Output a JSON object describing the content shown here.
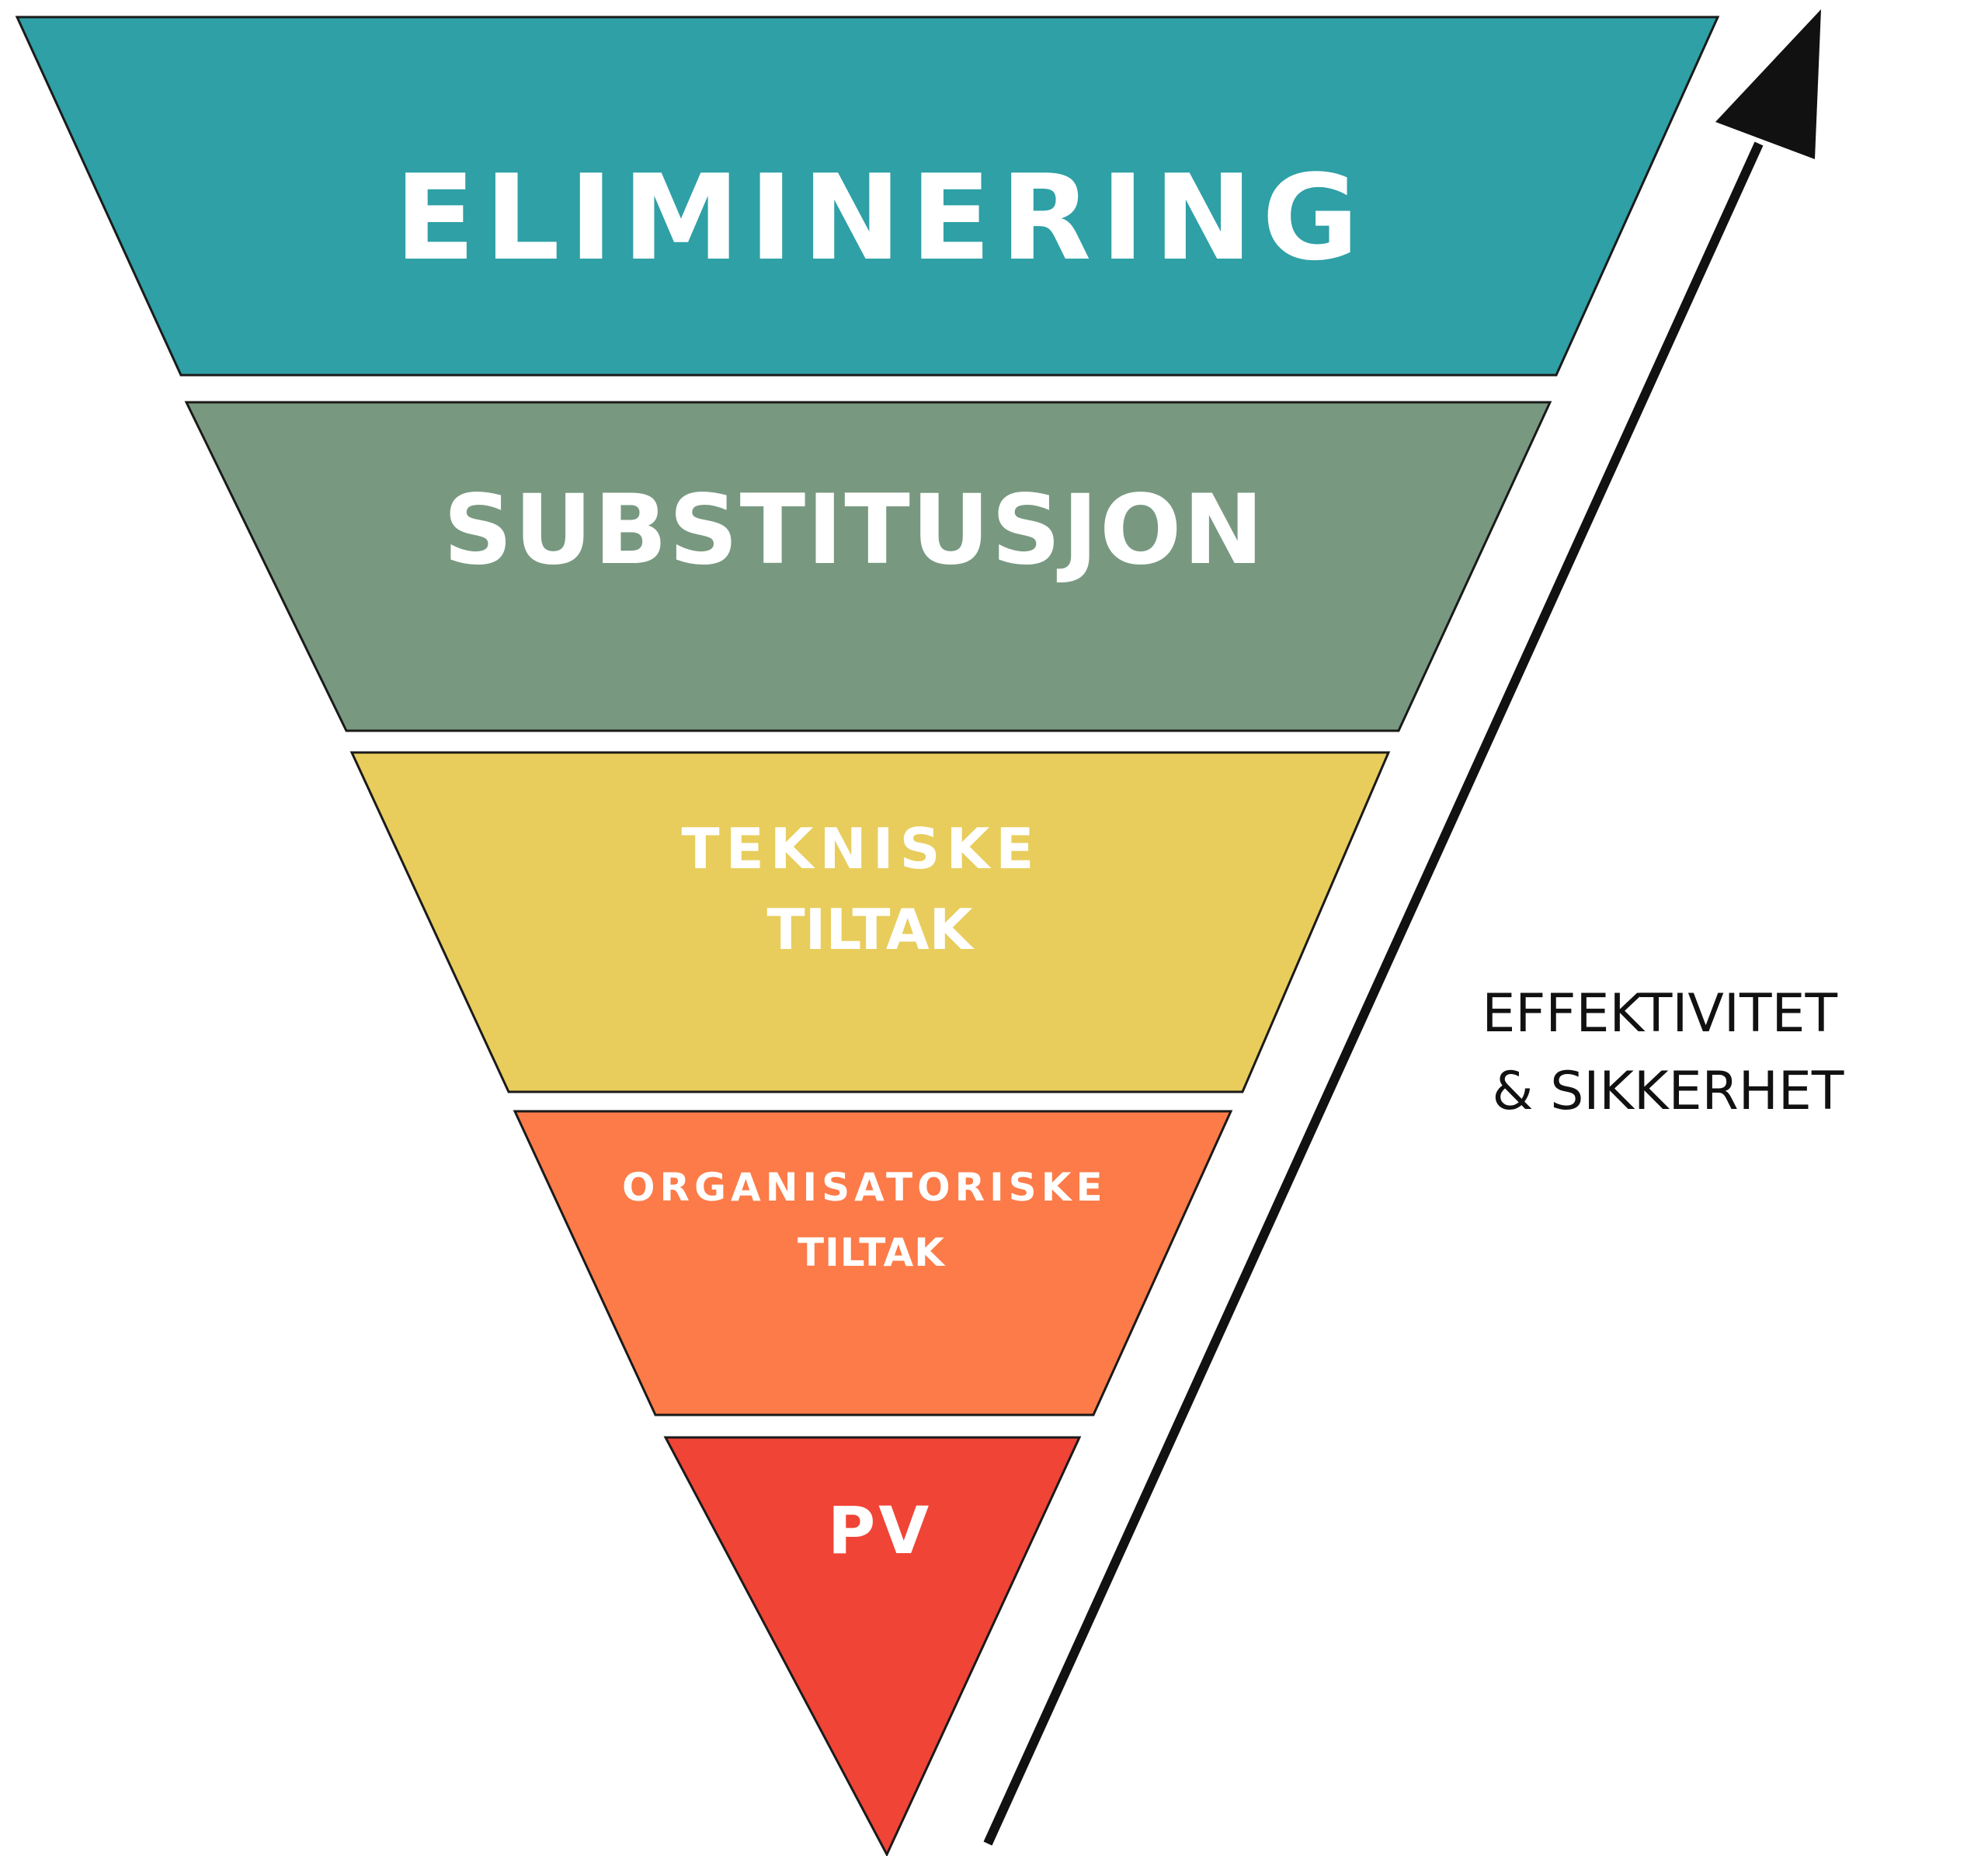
{
  "hierarchy": {
    "tiers": [
      {
        "lines": [
          "ELIMINERING"
        ],
        "color": "#2ea0a6"
      },
      {
        "lines": [
          "SUBSTITUSJON"
        ],
        "color": "#789980"
      },
      {
        "lines": [
          "TEKNISKE",
          "TILTAK"
        ],
        "color": "#e8cd5c"
      },
      {
        "lines": [
          "ORGANISATORISKE",
          "TILTAK"
        ],
        "color": "#fc7b48"
      },
      {
        "lines": [
          "PV"
        ],
        "color": "#f04436"
      }
    ]
  },
  "axis": {
    "lines": [
      "EFFEKTIVITET",
      "& SIKKERHET"
    ],
    "color": "#111111"
  },
  "outline_color": "#1a1a1a"
}
